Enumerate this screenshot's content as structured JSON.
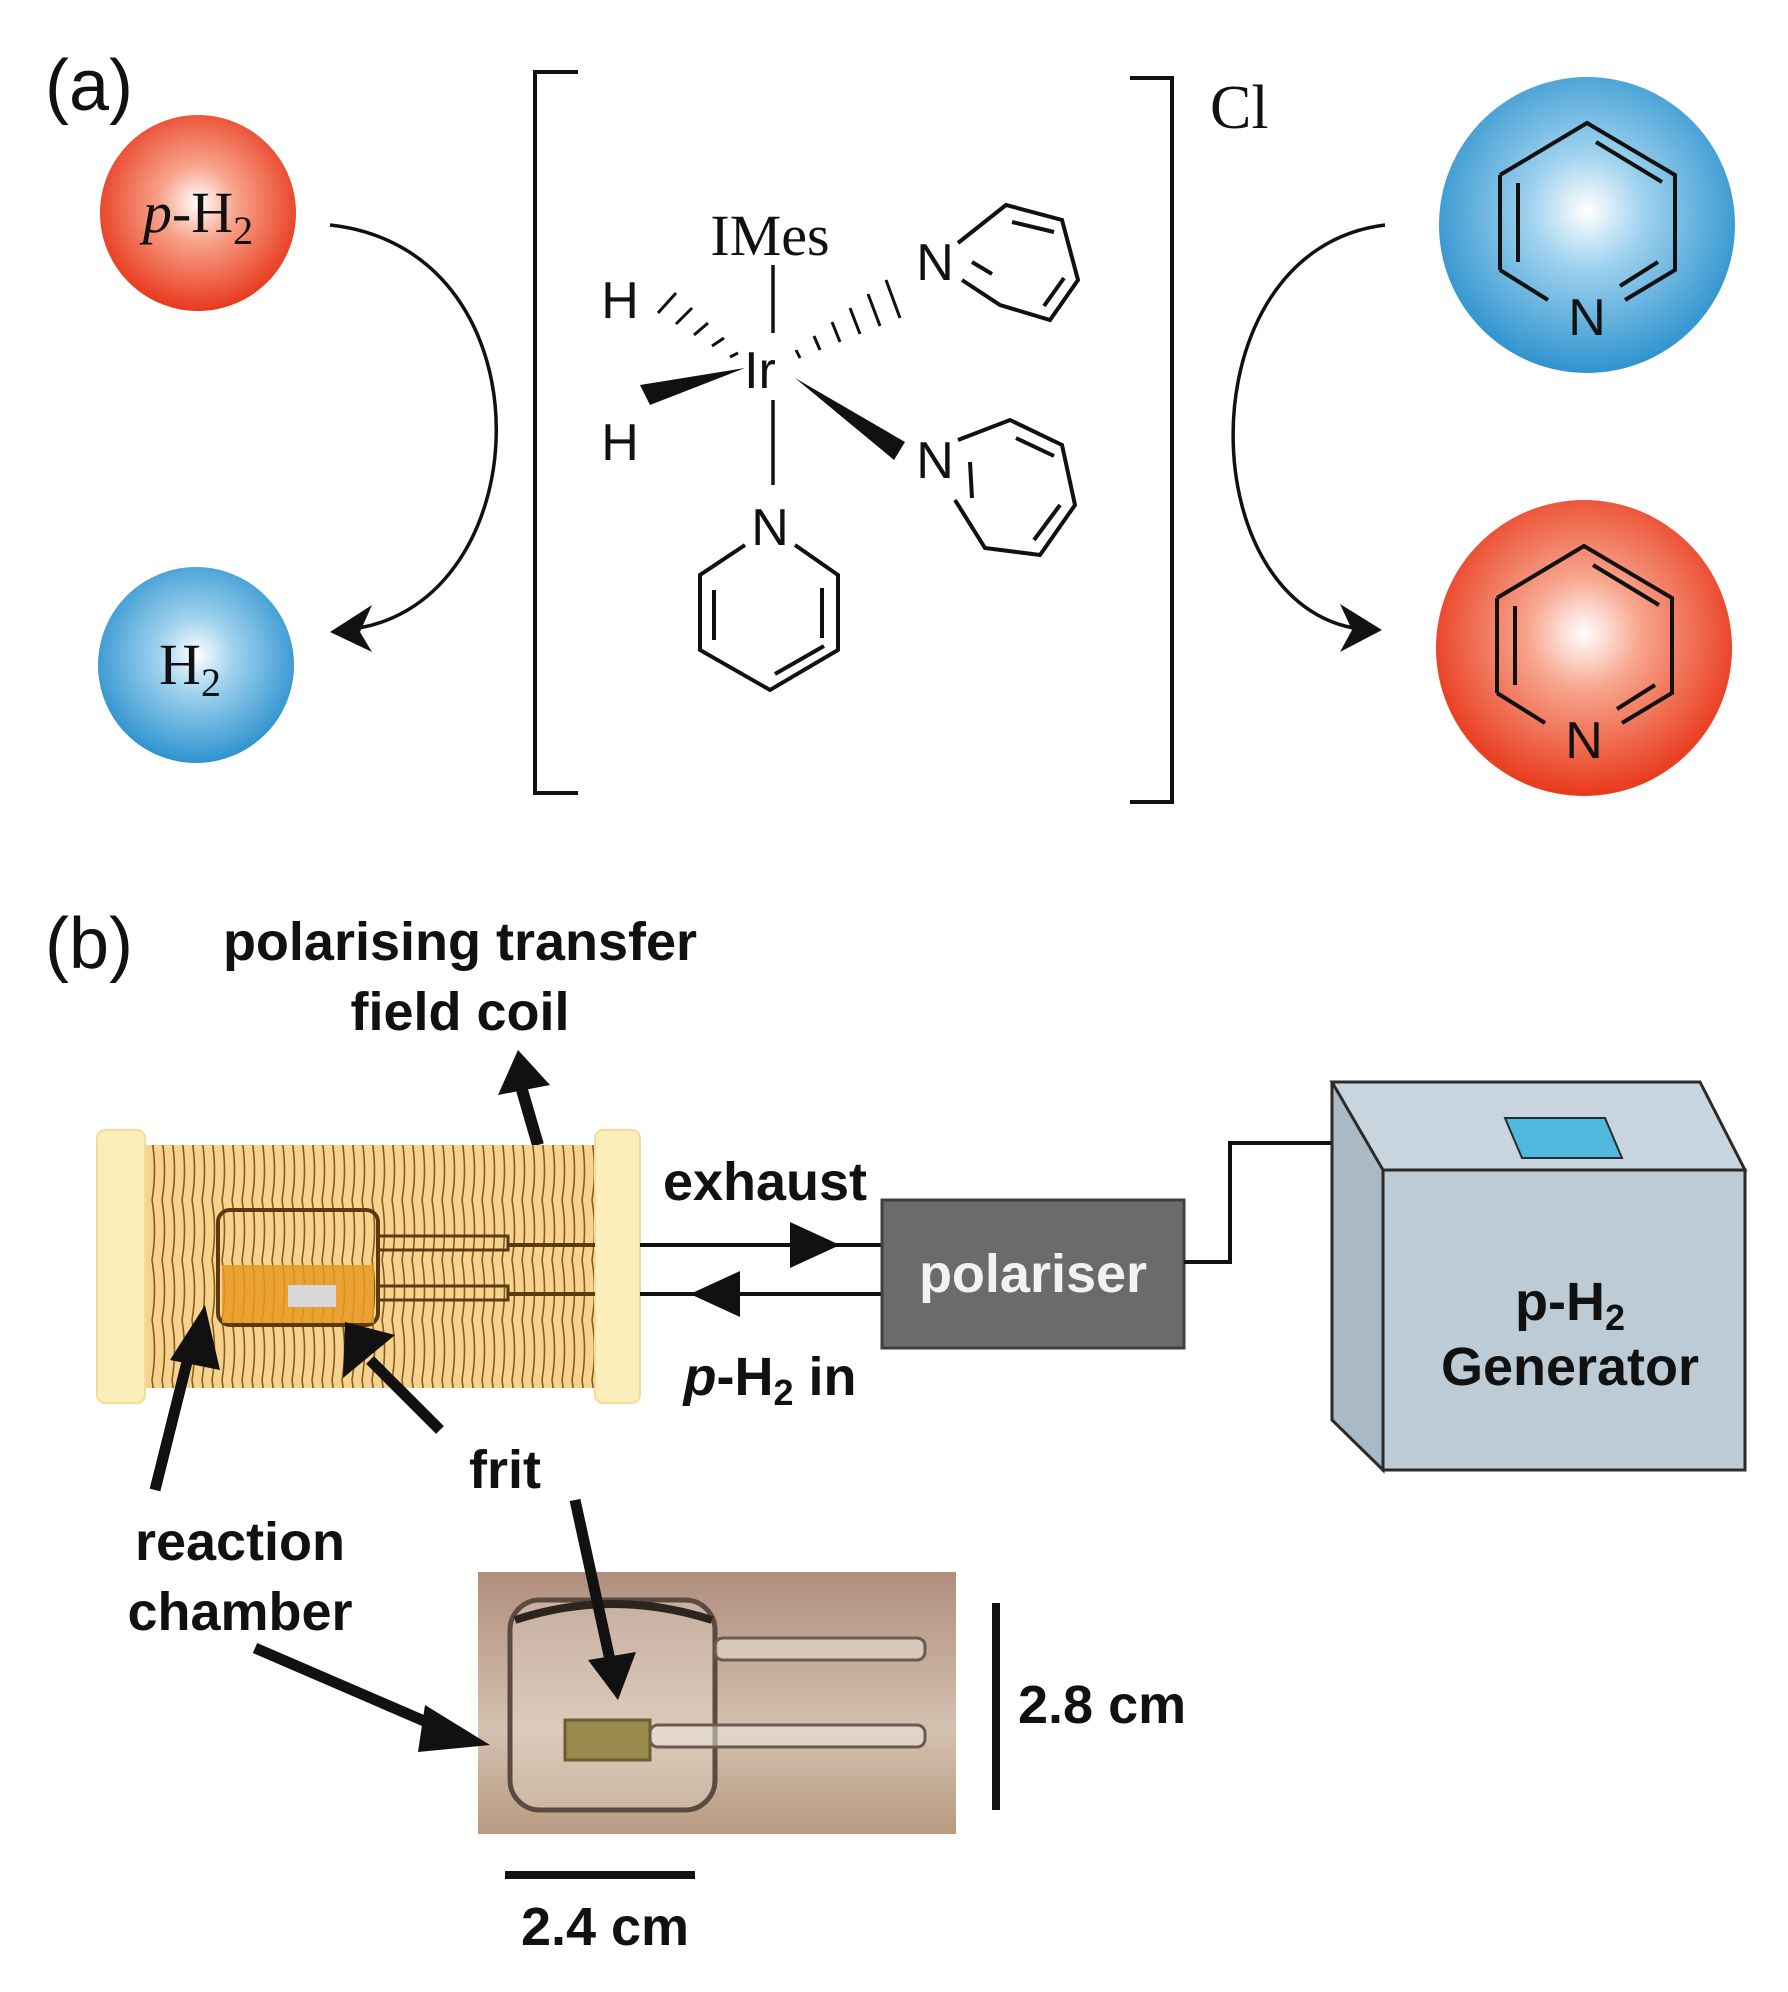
{
  "panel_a": {
    "label": "(a)",
    "left_top": {
      "prefix": "p",
      "dash": "-H",
      "sub": "2"
    },
    "left_bottom": {
      "main": "H",
      "sub": "2"
    },
    "complex": {
      "ligand_top": "IMes",
      "metal": "Ir",
      "hydride_1": "H",
      "hydride_2": "H",
      "n_1": "N",
      "n_2": "N",
      "n_3": "N",
      "counterion": "Cl"
    },
    "right_top_n": "N",
    "right_bottom_n": "N"
  },
  "panel_b": {
    "label": "(b)",
    "coil_label_1": "polarising transfer",
    "coil_label_2": "field coil",
    "exhaust": "exhaust",
    "polariser": "polariser",
    "ph2_in": {
      "prefix": "p",
      "dash": "-H",
      "sub": "2",
      "suffix": " in"
    },
    "generator_1": {
      "main": "p-H",
      "sub": "2"
    },
    "generator_2": "Generator",
    "frit": "frit",
    "reaction_1": "reaction",
    "reaction_2": "chamber",
    "scale_height": "2.8 cm",
    "scale_width": "2.4 cm"
  },
  "colors": {
    "red_sphere": "#e8391c",
    "blue_sphere": "#2f93cf",
    "coil": "#e8b251",
    "polariser_box": "#6b6b6b",
    "generator_box": "#bccbd6",
    "generator_screen": "#4fb8de"
  }
}
